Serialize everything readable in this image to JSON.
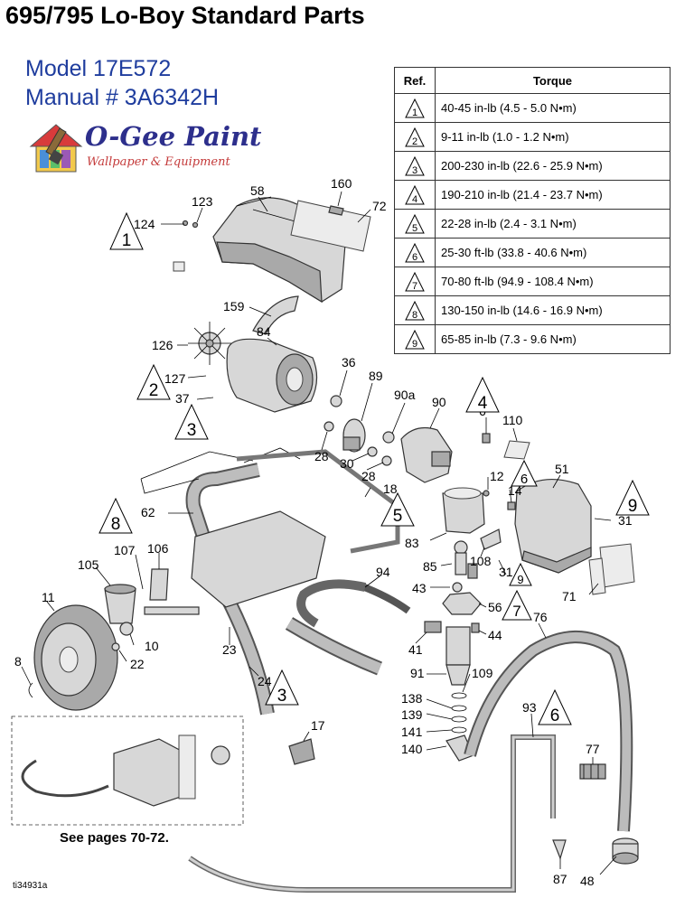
{
  "title": "695/795 Lo-Boy Standard Parts",
  "model": "Model 17E572",
  "manual": "Manual # 3A6342H",
  "logo": {
    "name": "O-Gee Paint",
    "tagline": "Wallpaper & Equipment"
  },
  "torque_table": {
    "headers": {
      "ref": "Ref.",
      "torque": "Torque"
    },
    "rows": [
      {
        "ref": "1",
        "torque": "40-45 in-lb (4.5 - 5.0 N•m)"
      },
      {
        "ref": "2",
        "torque": "9-11 in-lb (1.0 - 1.2 N•m)"
      },
      {
        "ref": "3",
        "torque": "200-230 in-lb (22.6 - 25.9 N•m)"
      },
      {
        "ref": "4",
        "torque": "190-210 in-lb (21.4 - 23.7 N•m)"
      },
      {
        "ref": "5",
        "torque": "22-28 in-lb (2.4 - 3.1 N•m)"
      },
      {
        "ref": "6",
        "torque": "25-30 ft-lb (33.8 - 40.6 N•m)"
      },
      {
        "ref": "7",
        "torque": "70-80 ft-lb (94.9 - 108.4 N•m)"
      },
      {
        "ref": "8",
        "torque": "130-150 in-lb (14.6 - 16.9 N•m)"
      },
      {
        "ref": "9",
        "torque": "65-85 in-lb (7.3 - 9.6 N•m)"
      }
    ]
  },
  "callouts": {
    "c58": "58",
    "c123": "123",
    "c124": "124",
    "c160": "160",
    "c72": "72",
    "c159": "159",
    "c126": "126",
    "c84": "84",
    "c127": "127",
    "c37": "37",
    "c36": "36",
    "c89": "89",
    "c90a": "90a",
    "c90": "90",
    "c6": "6",
    "c110": "110",
    "c28a": "28",
    "c30": "30",
    "c28b": "28",
    "c18": "18",
    "c12": "12",
    "c14": "14",
    "c51": "51",
    "c31a": "31",
    "c62": "62",
    "c83": "83",
    "c108": "108",
    "c31b": "31",
    "c107": "107",
    "c106": "106",
    "c105": "105",
    "c94": "94",
    "c85": "85",
    "c43": "43",
    "c56": "56",
    "c71": "71",
    "c11": "11",
    "c76": "76",
    "c41": "41",
    "c44": "44",
    "c10": "10",
    "c22": "22",
    "c23": "23",
    "c8": "8",
    "c24": "24",
    "c91": "91",
    "c109": "109",
    "c138": "138",
    "c139": "139",
    "c141": "141",
    "c140": "140",
    "c93": "93",
    "c17": "17",
    "c77": "77",
    "c87": "87",
    "c48": "48"
  },
  "torque_markers": {
    "m1": "1",
    "m2": "2",
    "m3a": "3",
    "m4": "4",
    "m6a": "6",
    "m5": "5",
    "m8": "8",
    "m9a": "9",
    "m9b": "9",
    "m7": "7",
    "m3b": "3",
    "m6b": "6"
  },
  "footer": {
    "see_pages": "See pages 70-72.",
    "figure_id": "ti34931a"
  }
}
